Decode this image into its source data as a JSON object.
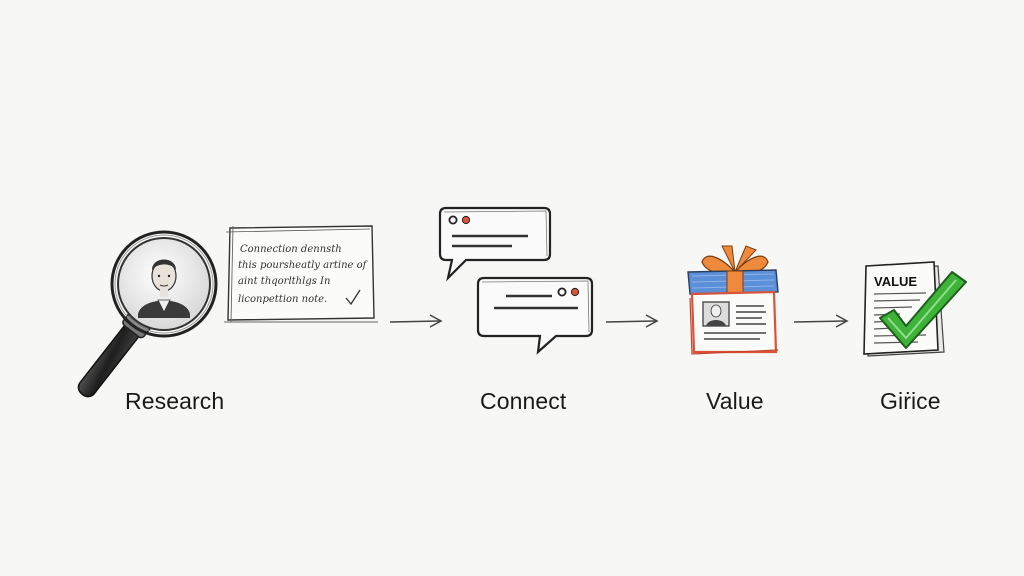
{
  "steps": [
    {
      "label": "Research",
      "icon": "magnifier-portrait-icon"
    },
    {
      "label": "Connect",
      "icon": "chat-bubbles-icon"
    },
    {
      "label": "Value",
      "icon": "gift-box-icon"
    },
    {
      "label": "Giṙice",
      "icon": "checked-document-icon"
    }
  ],
  "note": {
    "lines": [
      "Connection dennsth",
      "this poursheatly artine of",
      "aint thqorlthlgs In",
      "liconpettion note."
    ]
  },
  "document_title": "VALUE",
  "colors": {
    "ink": "#2b2b2b",
    "bow_orange": "#ef8a3c",
    "lid_blue": "#5b8fd8",
    "box_red": "#d9533a",
    "check_green": "#3fb23a"
  }
}
